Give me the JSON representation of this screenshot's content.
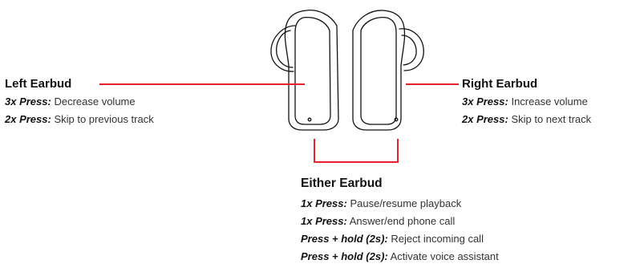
{
  "left": {
    "title": "Left Earbud",
    "items": [
      {
        "action": "3x Press:",
        "result": "Decrease volume"
      },
      {
        "action": "2x Press:",
        "result": "Skip to previous track"
      }
    ]
  },
  "right": {
    "title": "Right Earbud",
    "items": [
      {
        "action": "3x Press:",
        "result": "Increase volume"
      },
      {
        "action": "2x Press:",
        "result": "Skip to next track"
      }
    ]
  },
  "either": {
    "title": "Either Earbud",
    "items": [
      {
        "action": "1x Press:",
        "result": "Pause/resume playback"
      },
      {
        "action": "1x Press:",
        "result": "Answer/end phone call"
      },
      {
        "action": "Press + hold (2s):",
        "result": "Reject incoming call"
      },
      {
        "action": "Press + hold (2s):",
        "result": "Activate voice assistant"
      }
    ]
  },
  "colors": {
    "callout_line": "#e8222a",
    "outline": "#111111"
  }
}
